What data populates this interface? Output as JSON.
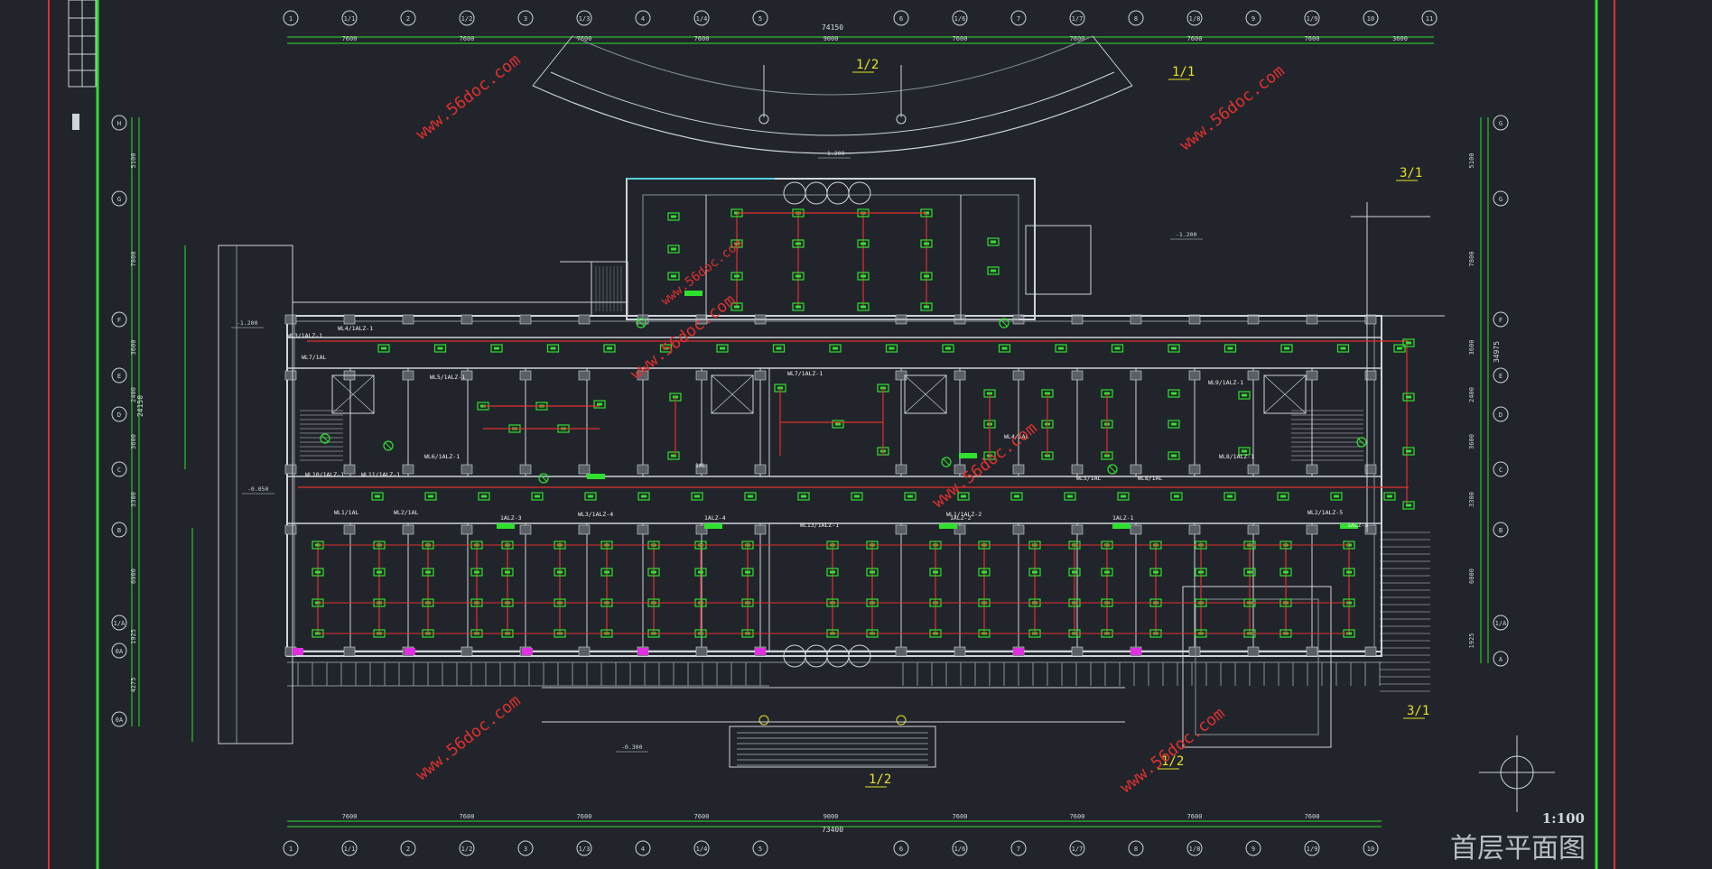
{
  "drawing": {
    "title": "首层平面图",
    "scale": "1:100",
    "overall_dimension_top": "74150",
    "overall_dimension_bottom": "73400",
    "left_dimension": "24150",
    "right_dimension": "34975"
  },
  "watermarks": [
    "www.56doc.com",
    "www.56doc.com",
    "www.56doc.com",
    "www.56doc.com",
    "www.56doc.com",
    "www.56doc.com",
    "www.56doc.com"
  ],
  "grid": {
    "columns": [
      "1",
      "1/1",
      "2",
      "1/2",
      "3",
      "1/3",
      "4",
      "1/4",
      "5",
      "6",
      "1/6",
      "7",
      "1/7",
      "8",
      "1/8",
      "9",
      "1/9",
      "10",
      "11"
    ],
    "columns_bottom": [
      "1",
      "1/1",
      "2",
      "1/2",
      "3",
      "1/3",
      "4",
      "1/4",
      "5",
      "6",
      "1/6",
      "7",
      "1/7",
      "8",
      "1/8",
      "9",
      "1/9",
      "10"
    ],
    "rows_left": [
      "H",
      "G",
      "F",
      "E",
      "D",
      "C",
      "B",
      "1/A",
      "0A",
      "0A"
    ],
    "rows_right": [
      "G",
      "G",
      "F",
      "E",
      "D",
      "C",
      "B",
      "1/A",
      "A"
    ],
    "top_dims": [
      "7600",
      "7600",
      "7600",
      "7600",
      "9000",
      "7600",
      "7600",
      "7600",
      "7600",
      "3600"
    ],
    "bottom_dims": [
      "7600",
      "7600",
      "7600",
      "7600",
      "9000",
      "7600",
      "7600",
      "7600",
      "7600"
    ],
    "left_dims": [
      "5100",
      "7800",
      "3600",
      "2400",
      "3600",
      "3300",
      "6000",
      "1925",
      "4275"
    ],
    "right_dims": [
      "5100",
      "7800",
      "3600",
      "2400",
      "3600",
      "3300",
      "6000",
      "1925"
    ]
  },
  "circuits": [
    "WL3/1ALZ-1",
    "WL4/1ALZ-1",
    "WL7/1AL",
    "WL5/1ALZ-1",
    "WL6/1ALZ-1",
    "WL10/1ALZ-1",
    "WL11/1ALZ-1",
    "WL1/1AL",
    "WL2/1AL",
    "WL3/1ALZ-4",
    "WL7/1ALZ-1",
    "WL13/1ALZ-1",
    "WL4/1AL",
    "WL5/1AL",
    "WL8/1AL",
    "WL9/1ALZ-1",
    "WL8/1ALZ-1",
    "WL2/1ALZ-5",
    "1ALZ-3",
    "1ALZ-4",
    "1ALZ-2",
    "1ALZ-1",
    "1ALZ-5",
    "WL1/1ALZ-2",
    "1AL"
  ],
  "markers": [
    "1/2",
    "1/1",
    "3/1",
    "3/1",
    "1/2",
    "1/2"
  ],
  "elevations": [
    "-1.200",
    "-1.200",
    "-0.050",
    "-0.300",
    "-1.200"
  ]
}
